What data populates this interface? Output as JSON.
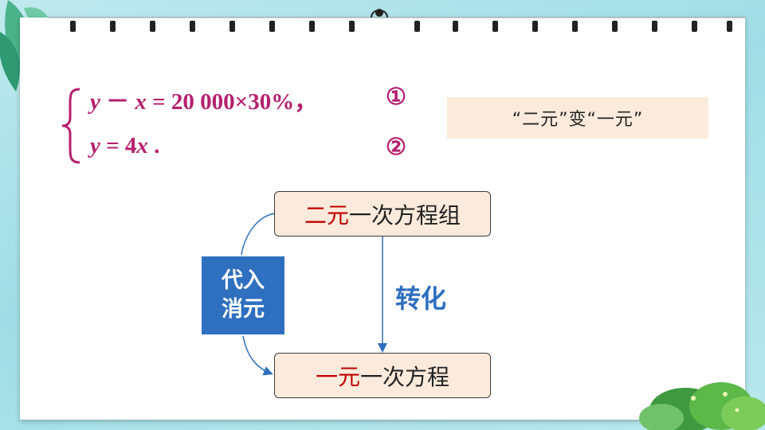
{
  "equations": {
    "eq1_y": "y",
    "eq1_minus": "－",
    "eq1_x": "x",
    "eq1_rest": "= 20 000×30%，",
    "eq1_num": "①",
    "eq2_y": "y",
    "eq2_rest": "=  4",
    "eq2_x": "x",
    "eq2_dot": ".",
    "eq2_num": "②"
  },
  "note": "“二元”变“一元”",
  "diagram": {
    "top_box_highlight": "二元",
    "top_box_rest": "一次方程组",
    "bottom_box_highlight": "一元",
    "bottom_box_rest": "一次方程",
    "side_label_line1": "代入",
    "side_label_line2": "消元",
    "arrow_label": "转化"
  },
  "colors": {
    "equation": "#b5206e",
    "highlight": "#c00000",
    "accent_blue": "#2e6fbf",
    "box_fill": "#fcebdc"
  }
}
